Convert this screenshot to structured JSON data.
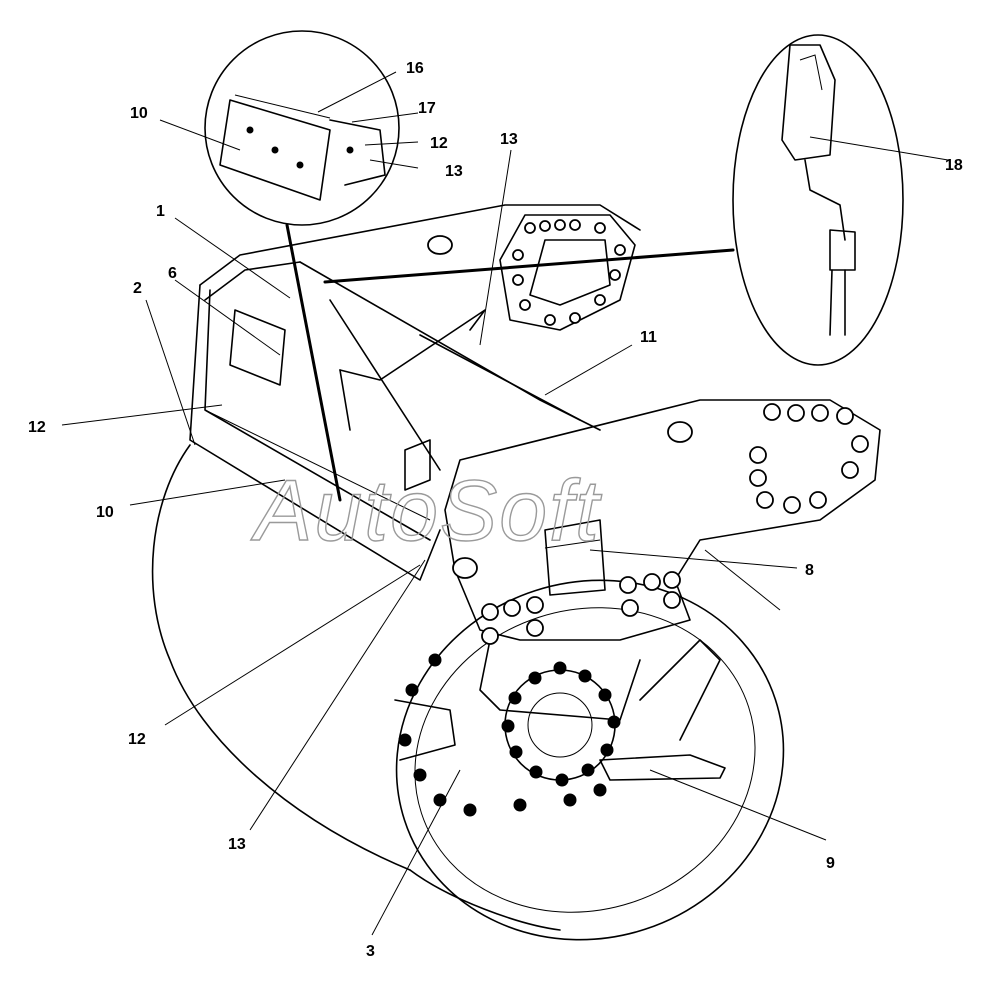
{
  "watermark": "AutoSoft",
  "callouts": {
    "c1": "1",
    "c2": "2",
    "c3": "3",
    "c6": "6",
    "c8": "8",
    "c9": "9",
    "c10a": "10",
    "c10b": "10",
    "c11": "11",
    "c12a": "12",
    "c12b": "12",
    "c12c": "12",
    "c13a": "13",
    "c13b": "13",
    "c13c": "13",
    "c16": "16",
    "c17": "17",
    "c18": "18"
  },
  "colors": {
    "line": "#000000",
    "background": "#ffffff",
    "watermark": "#9a9a9a"
  }
}
